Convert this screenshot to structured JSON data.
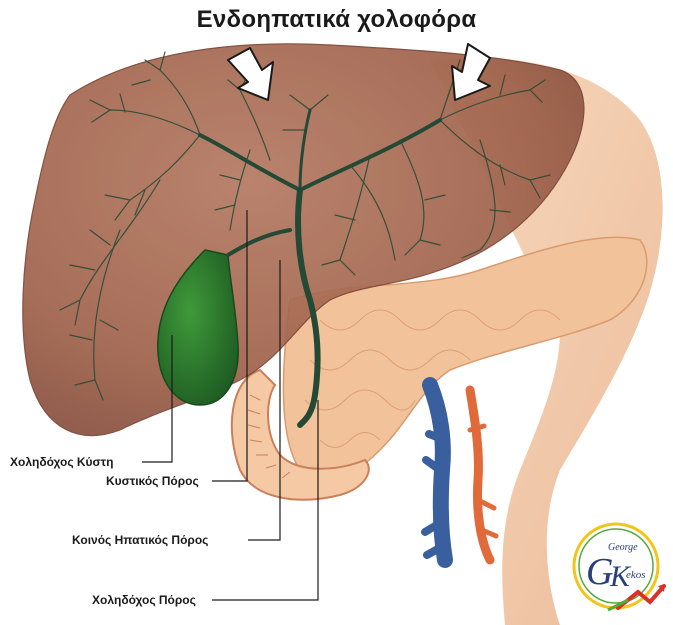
{
  "title": "Ενδοηπατικά χολοφόρα",
  "labels": {
    "gallbladder": "Χοληδόχος Κύστη",
    "cystic_duct": "Κυστικός Πόρος",
    "common_hepatic_duct": "Κοινός Ηπατικός Πόρος",
    "common_bile_duct": "Χοληδόχος Πόρος"
  },
  "logo": {
    "top_text": "George",
    "letter_g": "G",
    "letter_k": "K",
    "rest_text": "ekos"
  },
  "colors": {
    "liver": "#a86a52",
    "bile_ducts": "#244a36",
    "gallbladder": "#2f7a2c",
    "pancreas": "#f0b88a",
    "vein": "#3a5f9e",
    "artery": "#e06a3a"
  }
}
